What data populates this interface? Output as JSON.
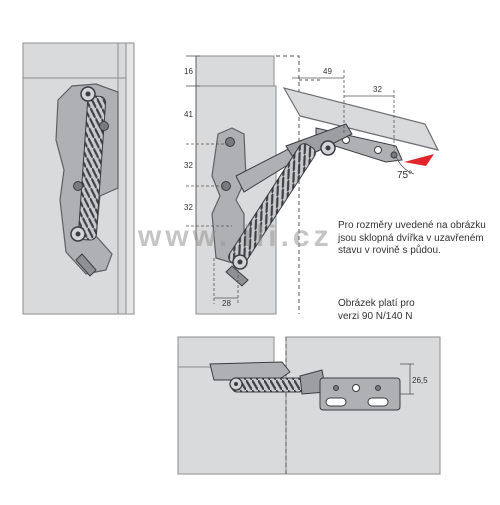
{
  "colors": {
    "panel": "#d9dadb",
    "panel_edge": "#8c8c8c",
    "metal": "#aeb0b3",
    "metal_dark": "#5d6064",
    "spring": "#3b3d40",
    "dim_line": "#555555",
    "angle_marker": "#e2242b",
    "watermark": "#969696"
  },
  "dimensions": {
    "left_top": "16",
    "left_mid": "41",
    "left_32a": "32",
    "left_32b": "32",
    "bottom_28": "28",
    "top_49": "49",
    "top_32": "32",
    "angle": "75°",
    "side_26_5": "26,5"
  },
  "notes": {
    "sizes_line1": "Pro rozměry uvedené na obrázku",
    "sizes_line2": "jsou sklopná dvířka v uzavřeném",
    "sizes_line3": "stavu v rovině s půdou.",
    "version_line1": "Obrázek platí pro",
    "version_line2": "verzi 90 N/140 N"
  },
  "watermark": "www.    ili.cz"
}
